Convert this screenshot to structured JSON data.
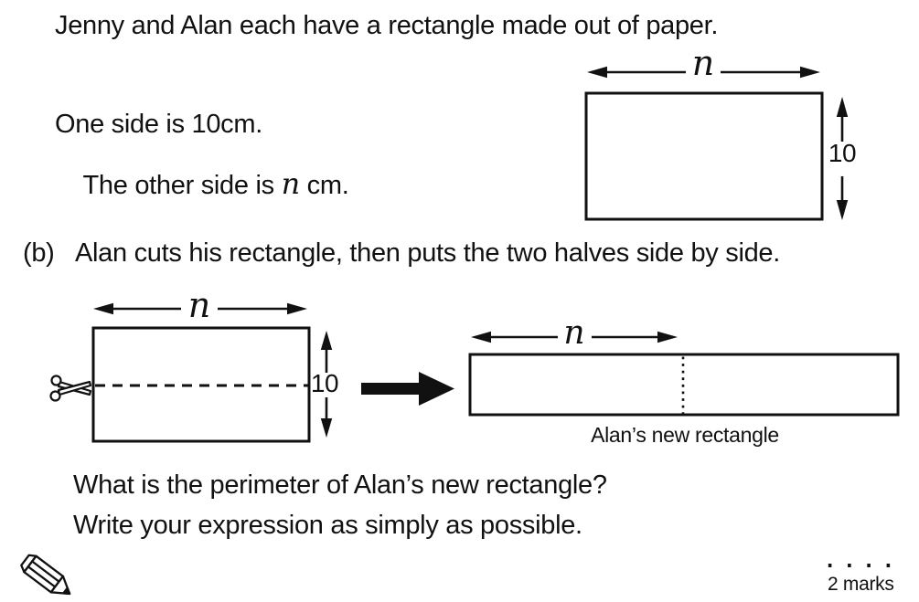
{
  "document": {
    "intro": "Jenny and Alan each have a rectangle made out of paper.",
    "statement_line1": "One side is 10cm.",
    "statement_line2": {
      "prefix": "The other side is ",
      "variable": "n",
      "suffix": " cm."
    },
    "part_b": {
      "label": "(b)",
      "text": "Alan cuts his rectangle, then puts the two halves side by side."
    },
    "question_line1": "What is the perimeter of Alan’s new rectangle?",
    "question_line2": "Write your expression as simply as possible.",
    "marks": {
      "dots": "....",
      "label": "2 marks"
    }
  },
  "figures": {
    "jenny_rectangle": {
      "width_label": "n",
      "height_label": "10"
    },
    "alan_cut_rectangle": {
      "width_label": "n",
      "height_label": "10"
    },
    "alan_new_rectangle": {
      "width_label": "n",
      "caption": "Alan’s new rectangle"
    }
  },
  "icons": {
    "scissors": "scissors-icon",
    "pencil": "pencil-icon"
  },
  "colors": {
    "ink": "#111111",
    "paper": "#ffffff"
  }
}
